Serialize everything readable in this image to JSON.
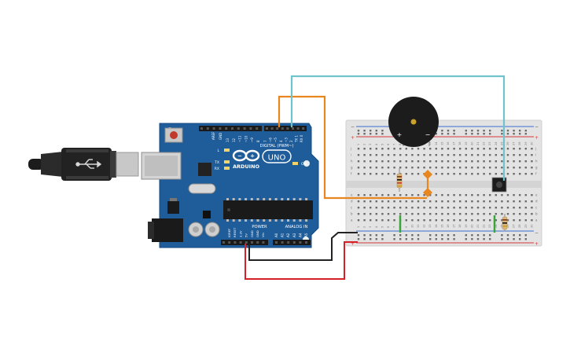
{
  "board": {
    "logo_text": "ARDUINO",
    "model_text": "UNO",
    "digital_label": "DIGITAL (PWM~)",
    "power_label": "POWER",
    "analog_label": "ANALOG IN",
    "on_label": "ON",
    "l_label": "L",
    "tx_label": "TX",
    "rx_label": "RX",
    "aref_label": "AREF",
    "gnd_label": "GND",
    "digital_pins": [
      "13",
      "12",
      "~11",
      "~10",
      "~9",
      "8",
      "7",
      "~6",
      "~5",
      "4",
      "~3",
      "2",
      "TX 1",
      "RX 0"
    ],
    "power_pins": [
      "IOREF",
      "RESET",
      "3.3V",
      "5V",
      "GND",
      "GND",
      "Vin"
    ],
    "analog_pins": [
      "A0",
      "A1",
      "A2",
      "A3",
      "A4",
      "A5"
    ]
  },
  "breadboard": {
    "columns": [
      "1",
      "2",
      "3",
      "4",
      "5",
      "6",
      "7",
      "8",
      "9",
      "10",
      "11",
      "12",
      "13",
      "14",
      "15",
      "16",
      "17",
      "18",
      "19",
      "20",
      "21",
      "22",
      "23",
      "24",
      "25",
      "26",
      "27",
      "28",
      "29",
      "30"
    ],
    "rows_top": [
      "j",
      "i",
      "h",
      "g",
      "f"
    ],
    "rows_bottom": [
      "e",
      "d",
      "c",
      "b",
      "a"
    ],
    "rail_plus": "+",
    "rail_minus": "−"
  },
  "buzzer": {
    "plus": "+",
    "minus": "−"
  },
  "colors": {
    "board": "#1f5c9a",
    "orange_wire": "#e8861f",
    "cyan_wire": "#70c2cc",
    "red_wire": "#d61f26",
    "black_wire": "#222222",
    "green_wire": "#3aa63a"
  }
}
